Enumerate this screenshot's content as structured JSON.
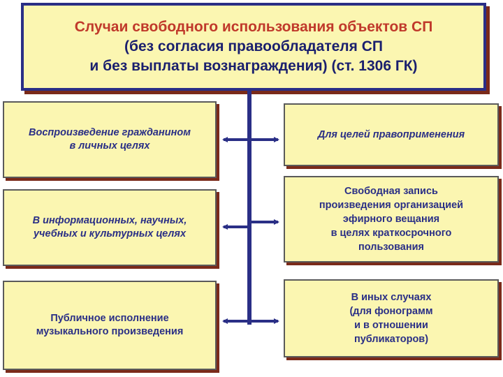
{
  "header": {
    "line1": "Случаи свободного использования объектов СП",
    "line2": "(без согласия правообладателя СП",
    "line3": "и без выплаты вознаграждения) (ст. 1306 ГК)"
  },
  "left": [
    {
      "line1": "Воспроизведение гражданином",
      "line2": "в личных целях"
    },
    {
      "line1": "В информационных, научных,",
      "line2": "учебных и культурных целях"
    },
    {
      "line1": "Публичное исполнение",
      "line2": "музыкального произведения"
    }
  ],
  "right": [
    {
      "lines": [
        "Для целей правоприменения"
      ]
    },
    {
      "lines": [
        "Свободная запись",
        "произведения организацией",
        "эфирного вещания",
        "в целях краткосрочного",
        "пользования"
      ]
    },
    {
      "lines": [
        "В иных случаях",
        "(для фонограмм",
        "и в отношении",
        "публикаторов)"
      ]
    }
  ],
  "colors": {
    "box_fill": "#fbf6b1",
    "header_border": "#2a2f86",
    "title_red": "#c0392b",
    "text_blue": "#2a2f86",
    "shadow": "#7a2a1a"
  }
}
